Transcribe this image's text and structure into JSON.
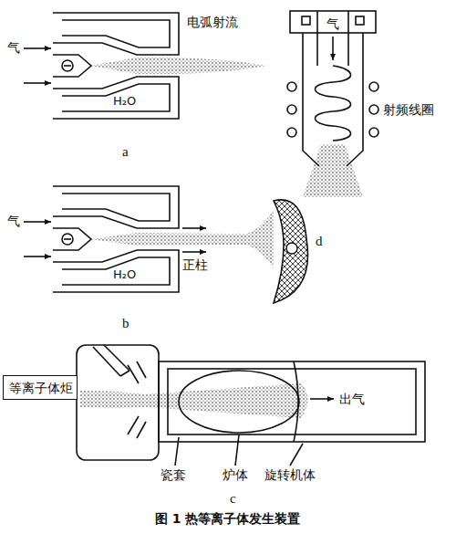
{
  "diagram": {
    "caption": "图 1 热等离子体发生装置",
    "nodes": [
      {
        "text": [
          "等离子体炬"
        ]
      }
    ],
    "labels": [
      "气",
      "电弧射流",
      "H₂O",
      "a",
      "气",
      "射频线圈",
      "气",
      "H₂O",
      "正柱",
      "b",
      "d",
      "出气",
      "瓷套",
      "炉体",
      "旋转机体",
      "c"
    ]
  }
}
